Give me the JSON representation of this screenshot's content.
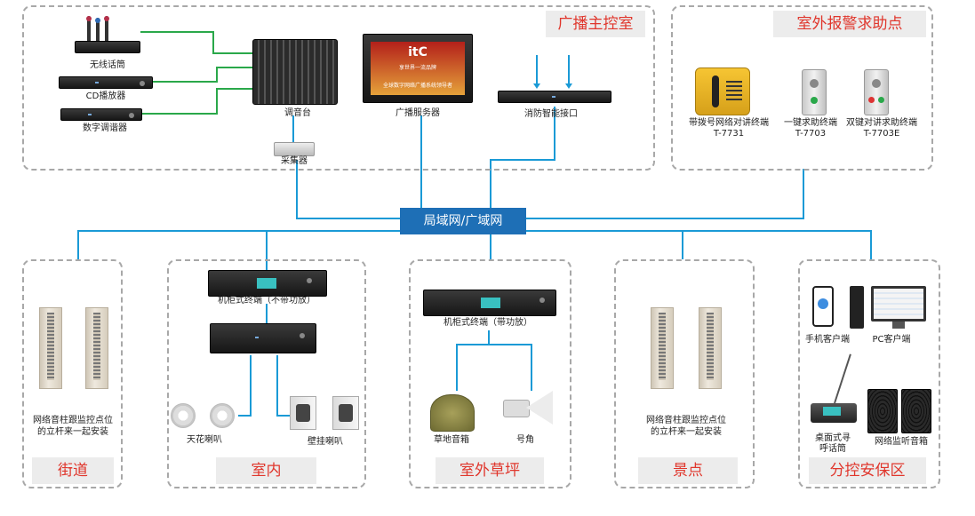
{
  "colors": {
    "wire": "#1a9ad6",
    "green": "#2aa84a",
    "title_red": "#e0362c",
    "lan_blue": "#1e6fb6",
    "dash": "#a8a8a8"
  },
  "network": {
    "label": "局域网/广域网"
  },
  "zones": {
    "control_room": {
      "title": "广播主控室"
    },
    "alarm": {
      "title": "室外报警求助点"
    },
    "street": {
      "title": "街道"
    },
    "indoor": {
      "title": "室内"
    },
    "lawn": {
      "title": "室外草坪"
    },
    "scenic": {
      "title": "景点"
    },
    "security": {
      "title": "分控安保区"
    }
  },
  "labels": {
    "wireless_mic": "无线话筒",
    "cd_player": "CD播放器",
    "tuner": "数字调谐器",
    "mixer": "调音台",
    "collector": "采集器",
    "server": "广播服务器",
    "fire_interface": "消防智能接口",
    "alarm_t7731_name": "带拨号网络对讲终端",
    "alarm_t7731_model": "T-7731",
    "alarm_t7703_name": "一键求助终端",
    "alarm_t7703_model": "T-7703",
    "alarm_t7703e_name": "双键对讲求助终端",
    "alarm_t7703e_model": "T-7703E",
    "street_note_1": "网络音柱跟监控点位",
    "street_note_2": "的立杆来一起安装",
    "indoor_rack": "机柜式终端（不带功放）",
    "ceiling_speaker": "天花喇叭",
    "wall_speaker": "壁挂喇叭",
    "lawn_rack": "机柜式终端（带功放）",
    "lawn_speaker": "草地音箱",
    "horn": "号角",
    "scenic_note_1": "网络音柱跟监控点位",
    "scenic_note_2": "的立杆来一起安装",
    "phone_client": "手机客户端",
    "pc_client": "PC客户端",
    "desk_mic_1": "桌面式寻",
    "desk_mic_2": "呼话筒",
    "monitor_speaker": "网络监听音箱"
  },
  "server_screen": {
    "logo": "itC",
    "line1": "享世界一流品牌",
    "line2": "全球数字网络广播系统领导者"
  }
}
